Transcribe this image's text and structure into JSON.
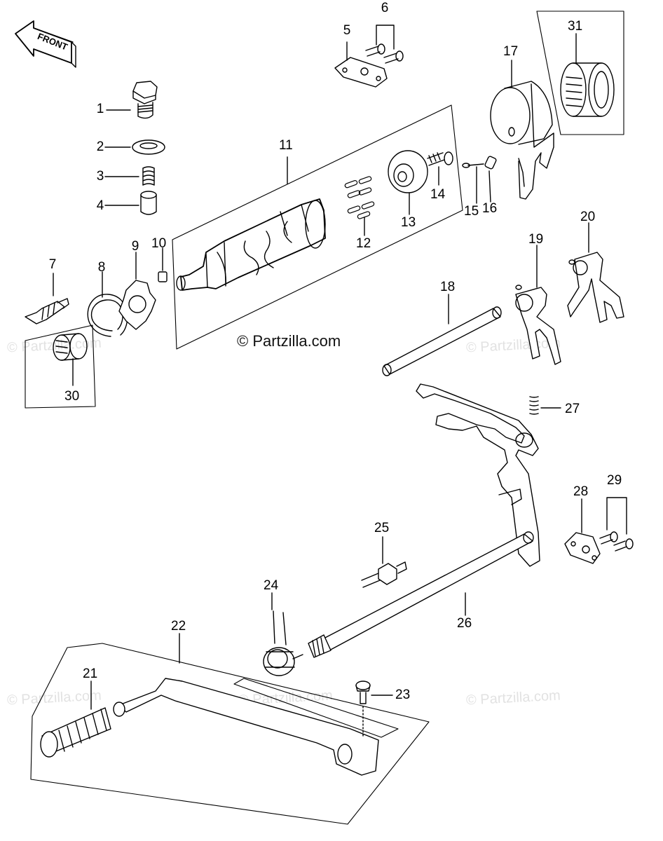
{
  "diagram": {
    "front_label": "FRONT",
    "copyright": "© Partzilla.com",
    "watermark": "© Partzilla.com",
    "callouts": {
      "c1": "1",
      "c2": "2",
      "c3": "3",
      "c4": "4",
      "c5": "5",
      "c6": "6",
      "c7": "7",
      "c8": "8",
      "c9": "9",
      "c10": "10",
      "c11": "11",
      "c12": "12",
      "c13": "13",
      "c14": "14",
      "c15": "15",
      "c16": "16",
      "c17": "17",
      "c18": "18",
      "c19": "19",
      "c20": "20",
      "c21": "21",
      "c22": "22",
      "c23": "23",
      "c24": "24",
      "c25": "25",
      "c26": "26",
      "c27": "27",
      "c28": "28",
      "c29": "29",
      "c30": "30",
      "c31": "31"
    }
  }
}
